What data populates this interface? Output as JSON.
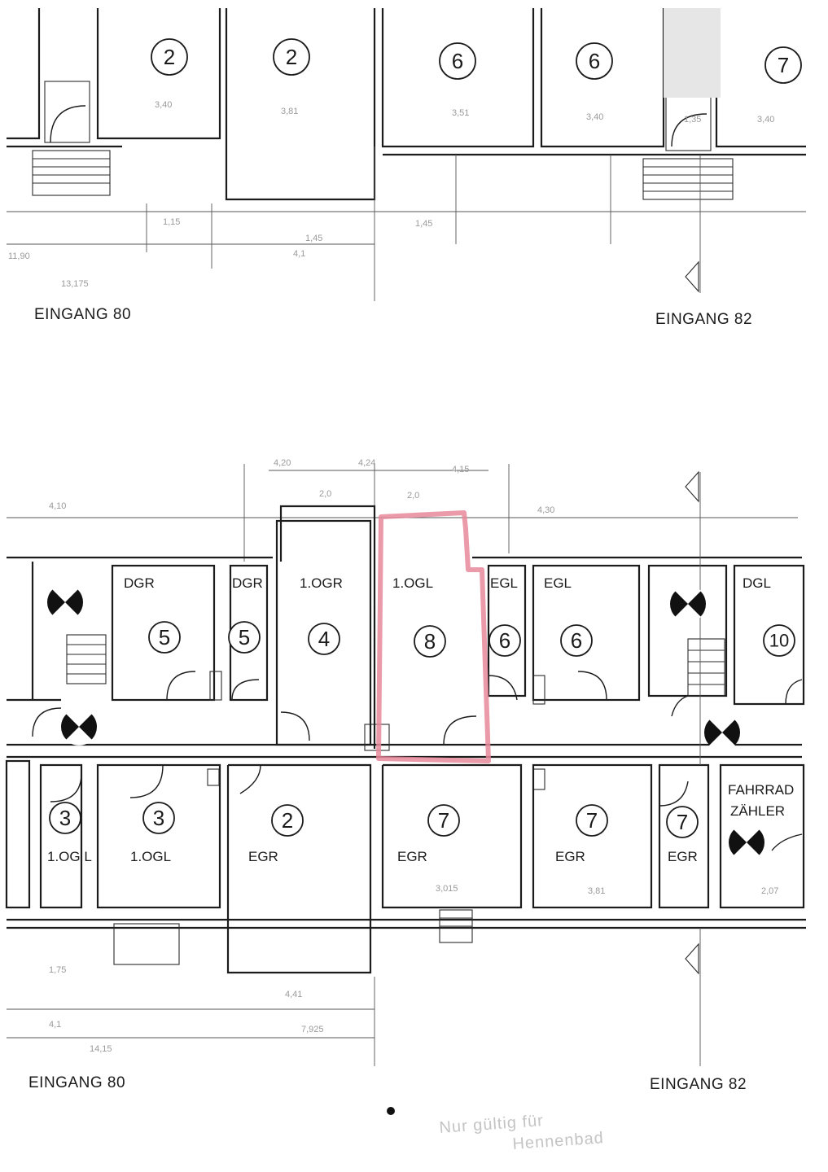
{
  "top_plan": {
    "room_numbers": [
      "2",
      "2",
      "6",
      "6",
      "7"
    ],
    "dimensions": [
      "3,40",
      "3,81",
      "3,51",
      "3,40",
      "3,40",
      "1,35",
      "1,15",
      "1,45",
      "1,45",
      "4,1",
      "11,90",
      "13,175"
    ],
    "entrance_left": "EINGANG 80",
    "entrance_right": "EINGANG 82"
  },
  "bottom_plan": {
    "upper_row": [
      {
        "label": "DGR",
        "number": "5"
      },
      {
        "label": "DGR",
        "number": "5"
      },
      {
        "label": "1.OGR",
        "number": "4"
      },
      {
        "label": "1.OGL",
        "number": "8"
      },
      {
        "label": "EGL",
        "number": "6"
      },
      {
        "label": "EGL",
        "number": "6"
      },
      {
        "label": "DGL",
        "number": "10"
      }
    ],
    "lower_row": [
      {
        "label": "1.OG L",
        "number": "3"
      },
      {
        "label": "1.OGL",
        "number": "3"
      },
      {
        "label": "EGR",
        "number": "2"
      },
      {
        "label": "EGR",
        "number": "7"
      },
      {
        "label": "EGR",
        "number": "7"
      },
      {
        "label": "EGR",
        "number": "7"
      }
    ],
    "service_room": [
      "FAHRRAD",
      "ZÄHLER"
    ],
    "dimensions": [
      "4,20",
      "4,24",
      "4,15",
      "2,0",
      "2,0",
      "4,10",
      "4,30",
      "1,75",
      "4,41",
      "7,925",
      "4,1",
      "14,15",
      "3,015",
      "3,81",
      "2,07"
    ],
    "entrance_left": "EINGANG 80",
    "entrance_right": "EINGANG 82",
    "stamp": [
      "Nur gültig für",
      "Hennenbad"
    ]
  },
  "highlight_color": "#e8889a"
}
